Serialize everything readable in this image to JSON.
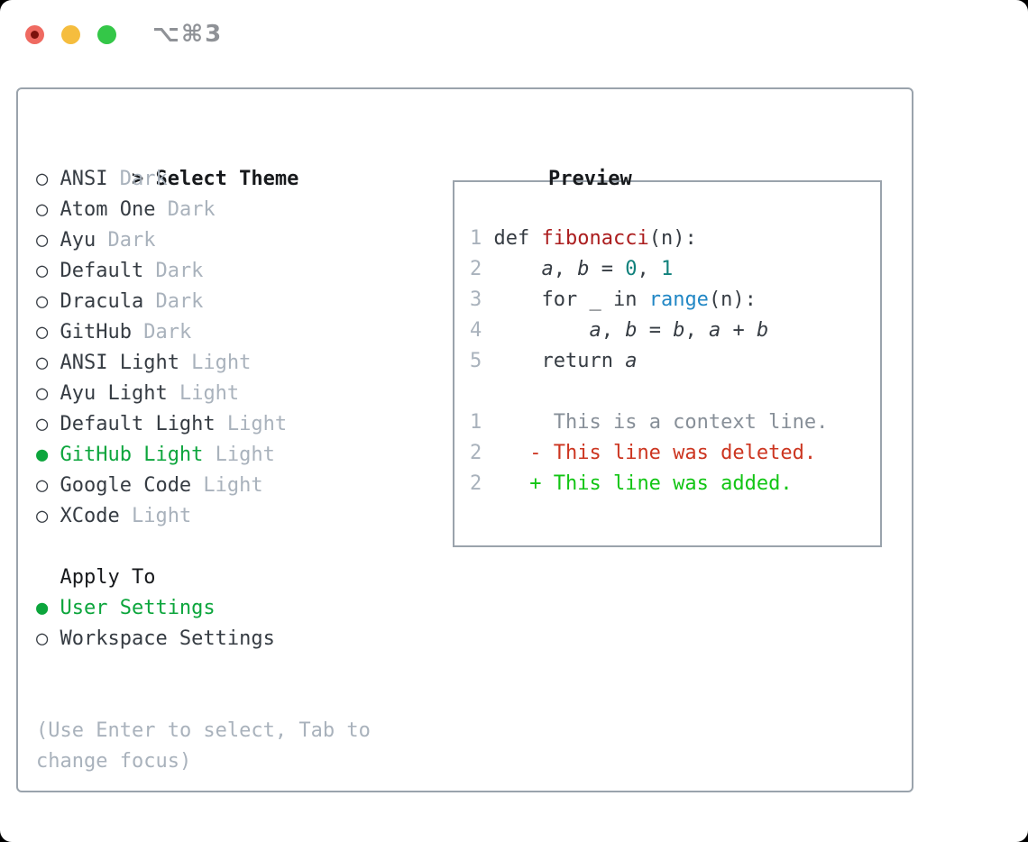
{
  "window": {
    "titlebar": {
      "shortcut_label": "⌥⌘3",
      "traffic_lights": [
        "close",
        "minimize",
        "zoom"
      ]
    }
  },
  "markers": {
    "focus": ">",
    "unselected": "○",
    "selected": "●"
  },
  "theme_menu": {
    "title": "Select Theme",
    "items": [
      {
        "label": "ANSI",
        "tag": "Dark",
        "selected": false
      },
      {
        "label": "Atom One",
        "tag": "Dark",
        "selected": false
      },
      {
        "label": "Ayu",
        "tag": "Dark",
        "selected": false
      },
      {
        "label": "Default",
        "tag": "Dark",
        "selected": false
      },
      {
        "label": "Dracula",
        "tag": "Dark",
        "selected": false
      },
      {
        "label": "GitHub",
        "tag": "Dark",
        "selected": false
      },
      {
        "label": "ANSI Light",
        "tag": "Light",
        "selected": false
      },
      {
        "label": "Ayu Light",
        "tag": "Light",
        "selected": false
      },
      {
        "label": "Default Light",
        "tag": "Light",
        "selected": false
      },
      {
        "label": "GitHub Light",
        "tag": "Light",
        "selected": true
      },
      {
        "label": "Google Code",
        "tag": "Light",
        "selected": false
      },
      {
        "label": "XCode",
        "tag": "Light",
        "selected": false
      }
    ]
  },
  "apply_to": {
    "title": "Apply To",
    "options": [
      {
        "label": "User Settings",
        "selected": true
      },
      {
        "label": "Workspace Settings",
        "selected": false
      }
    ]
  },
  "help_text": "(Use Enter to select, Tab to change focus)",
  "preview": {
    "title": "Preview",
    "lines": [
      [
        {
          "t": "1",
          "s": "ln"
        },
        {
          "t": " ",
          "s": "p"
        },
        {
          "t": "def",
          "s": "kw"
        },
        {
          "t": " ",
          "s": "p"
        },
        {
          "t": "fibonacci",
          "s": "fn"
        },
        {
          "t": "(n):",
          "s": "p"
        }
      ],
      [
        {
          "t": "2",
          "s": "ln"
        },
        {
          "t": "     ",
          "s": "p"
        },
        {
          "t": "a",
          "s": "var"
        },
        {
          "t": ", ",
          "s": "p"
        },
        {
          "t": "b",
          "s": "var"
        },
        {
          "t": " = ",
          "s": "p"
        },
        {
          "t": "0",
          "s": "num"
        },
        {
          "t": ", ",
          "s": "p"
        },
        {
          "t": "1",
          "s": "num"
        }
      ],
      [
        {
          "t": "3",
          "s": "ln"
        },
        {
          "t": "     ",
          "s": "p"
        },
        {
          "t": "for _ in ",
          "s": "kw"
        },
        {
          "t": "range",
          "s": "call"
        },
        {
          "t": "(n):",
          "s": "p"
        }
      ],
      [
        {
          "t": "4",
          "s": "ln"
        },
        {
          "t": "         ",
          "s": "p"
        },
        {
          "t": "a",
          "s": "var"
        },
        {
          "t": ", ",
          "s": "p"
        },
        {
          "t": "b",
          "s": "var"
        },
        {
          "t": " = ",
          "s": "p"
        },
        {
          "t": "b",
          "s": "var"
        },
        {
          "t": ", ",
          "s": "p"
        },
        {
          "t": "a",
          "s": "var"
        },
        {
          "t": " + ",
          "s": "p"
        },
        {
          "t": "b",
          "s": "var"
        }
      ],
      [
        {
          "t": "5",
          "s": "ln"
        },
        {
          "t": "     ",
          "s": "p"
        },
        {
          "t": "return ",
          "s": "kw"
        },
        {
          "t": "a",
          "s": "var"
        }
      ],
      [],
      [
        {
          "t": "1",
          "s": "ln"
        },
        {
          "t": "      ",
          "s": "p"
        },
        {
          "t": "This is a context line.",
          "s": "ctx"
        }
      ],
      [
        {
          "t": "2",
          "s": "ln"
        },
        {
          "t": "    ",
          "s": "p"
        },
        {
          "t": "- This line was deleted.",
          "s": "del"
        }
      ],
      [
        {
          "t": "2",
          "s": "ln"
        },
        {
          "t": "    ",
          "s": "p"
        },
        {
          "t": "+ This line was added.",
          "s": "add"
        }
      ]
    ]
  },
  "colors": {
    "selected_green": "#0ca53c",
    "added_green": "#12c514",
    "deleted_red": "#cc3520",
    "function_red": "#ab1d1e",
    "builtin_blue": "#2187c5",
    "number_teal": "#11817c",
    "panel_border": "#9aa3ac",
    "text_dark": "#363c43",
    "text_black": "#17191c",
    "muted_gray": "#a9b2bc",
    "context_gray": "#878f98",
    "titlebar_gray": "#8f9297",
    "traffic_red": "#ef6a61",
    "traffic_red_dot": "#7c120c",
    "traffic_yellow": "#f5bd3e",
    "traffic_green": "#34c748"
  }
}
